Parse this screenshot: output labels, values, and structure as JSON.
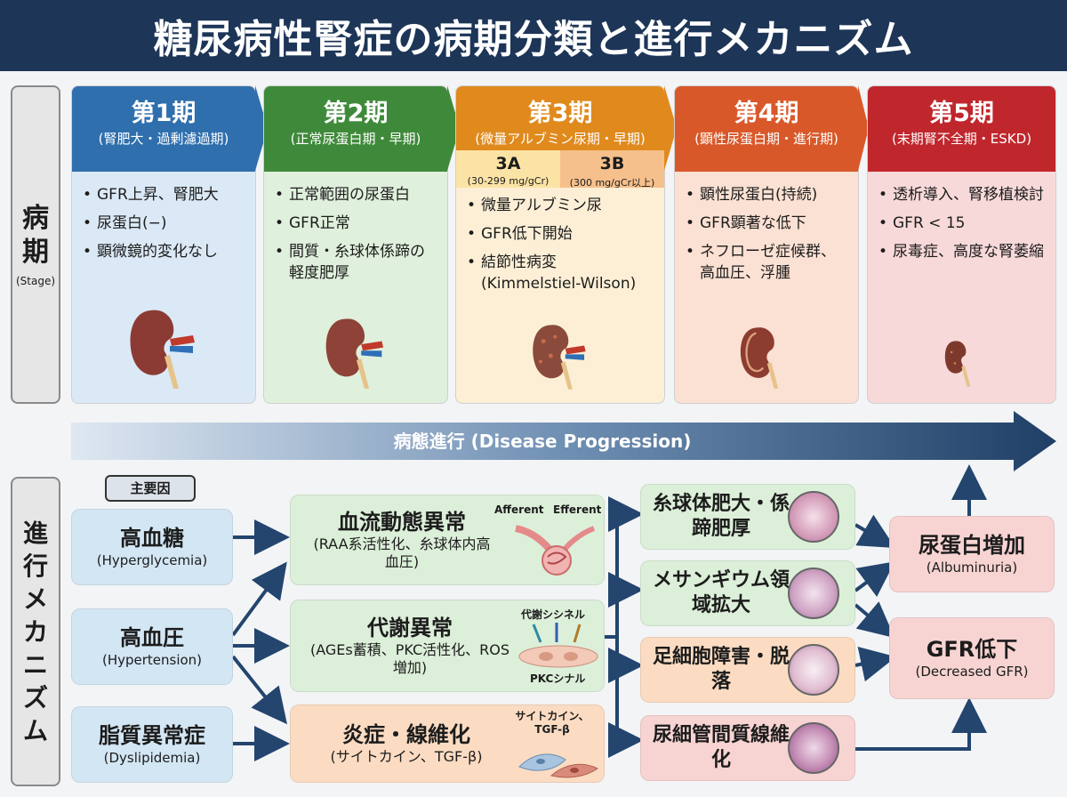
{
  "title": "糖尿病性腎症の病期分類と進行メカニズム",
  "side": {
    "stage_label": "病\n期",
    "stage_en": "(Stage)",
    "mechanism_label": "進\n行\nメ\nカ\nニ\nズ\nム"
  },
  "stages": [
    {
      "num": "第1期",
      "sub": "(腎肥大・過剰濾過期)",
      "items": [
        "GFR上昇、腎肥大",
        "尿蛋白(−)",
        "顕微鏡的変化なし"
      ]
    },
    {
      "num": "第2期",
      "sub": "(正常尿蛋白期・早期)",
      "items": [
        "正常範囲の尿蛋白",
        "GFR正常",
        "間質・糸球体係蹄の軽度肥厚"
      ]
    },
    {
      "num": "第3期",
      "sub": "(微量アルブミン尿期・早期)",
      "sub_a": "3A",
      "sub_a_range": "(30-299 mg/gCr)",
      "sub_b": "3B",
      "sub_b_range": "(300 mg/gCr以上)",
      "items": [
        "微量アルブミン尿",
        "GFR低下開始",
        "結節性病変 (Kimmelstiel-Wilson)"
      ]
    },
    {
      "num": "第4期",
      "sub": "(顕性尿蛋白期・進行期)",
      "items": [
        "顕性尿蛋白(持続)",
        "GFR顕著な低下",
        "ネフローゼ症候群、高血圧、浮腫"
      ]
    },
    {
      "num": "第5期",
      "sub": "(末期腎不全期・ESKD)",
      "items": [
        "透析導入、腎移植検討",
        "GFR < 15",
        "尿毒症、高度な腎萎縮"
      ]
    }
  ],
  "progression": "病態進行 (Disease Progression)",
  "main_cause_tag": "主要因",
  "causes": [
    {
      "jp": "高血糖",
      "en": "(Hyperglycemia)"
    },
    {
      "jp": "高血圧",
      "en": "(Hypertension)"
    },
    {
      "jp": "脂質異常症",
      "en": "(Dyslipidemia)"
    }
  ],
  "mechanisms": [
    {
      "jp": "血流動態異常",
      "en": "(RAA系活性化、糸球体内高血圧)",
      "label_a": "Afferent",
      "label_b": "Efferent"
    },
    {
      "jp": "代謝異常",
      "en": "(AGEs蓄積、PKC活性化、ROS増加)",
      "label_a": "代謝シシネル",
      "label_b": "PKCシナル"
    },
    {
      "jp": "炎症・線維化",
      "en": "(サイトカイン、TGF-β)",
      "label_a": "サイトカイン、TGF-β"
    }
  ],
  "changes": [
    {
      "jp": "糸球体肥大・係蹄肥厚"
    },
    {
      "jp": "メサンギウム領域拡大"
    },
    {
      "jp": "足細胞障害・脱落"
    },
    {
      "jp": "尿細管間質線維化"
    }
  ],
  "outcomes": [
    {
      "jp": "尿蛋白増加",
      "en": "(Albuminuria)"
    },
    {
      "jp": "GFR低下",
      "en": "(Decreased GFR)"
    }
  ],
  "colors": {
    "stage1": "#2f6fad",
    "stage2": "#3f8a3a",
    "stage3": "#e08a1e",
    "stage4": "#d9582a",
    "stage5": "#c0272d",
    "title_bg": "#1d3557",
    "arrow": "#23456e"
  }
}
